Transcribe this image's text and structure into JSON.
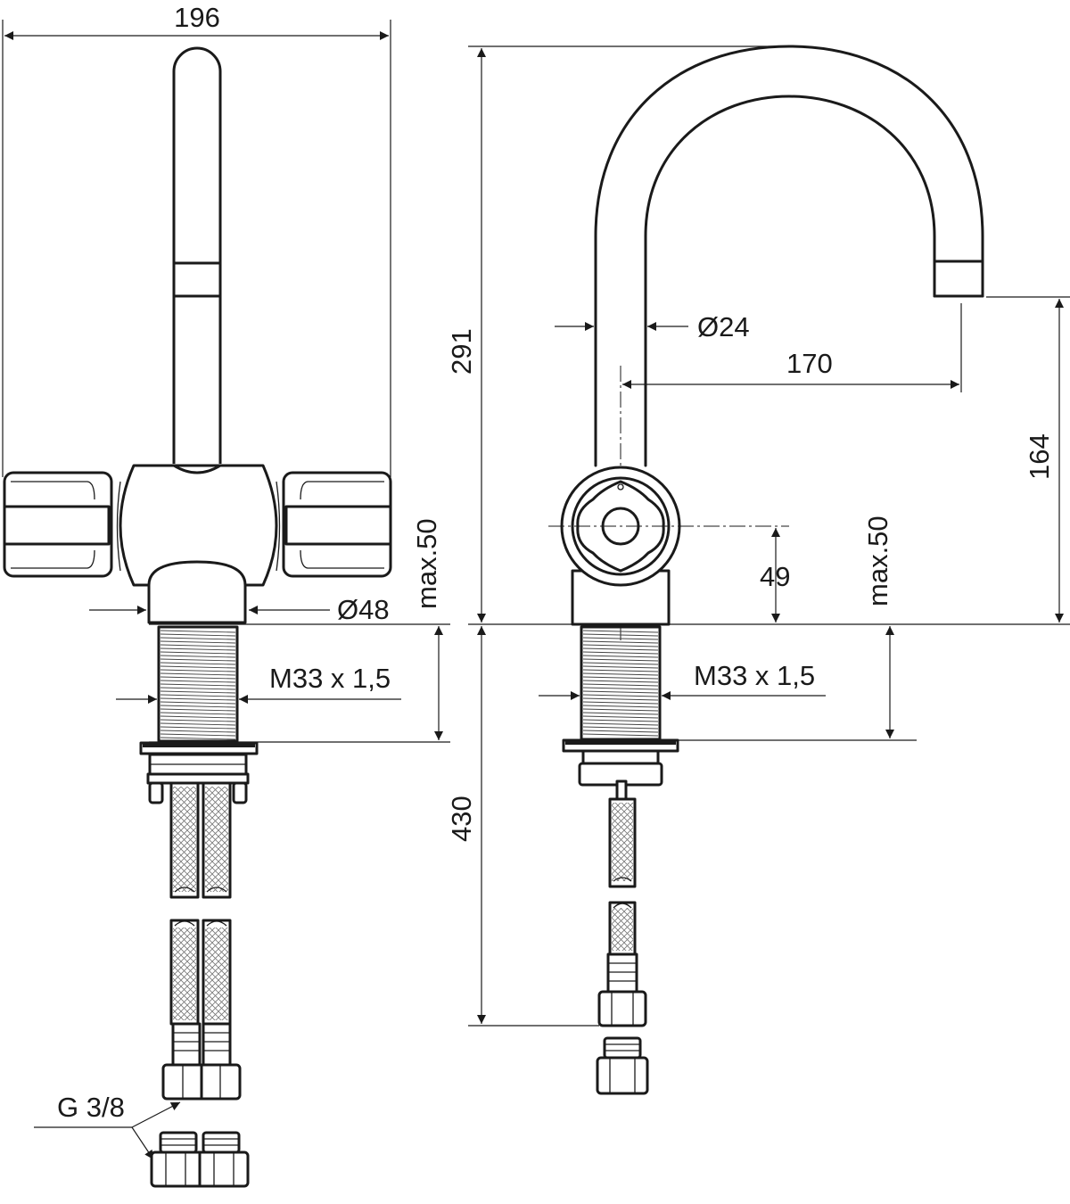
{
  "drawing": {
    "front_view": {
      "overall_width": "196",
      "base_diameter": "Ø48",
      "max_deck": "max.50",
      "thread": "M33 x 1,5",
      "connection": "G 3/8"
    },
    "side_view": {
      "overall_height": "291",
      "spout_diameter": "Ø24",
      "spout_reach": "170",
      "outlet_height": "164",
      "handle_axis_height": "49",
      "max_deck": "max.50",
      "thread": "M33 x 1,5",
      "hose_length": "430"
    }
  }
}
